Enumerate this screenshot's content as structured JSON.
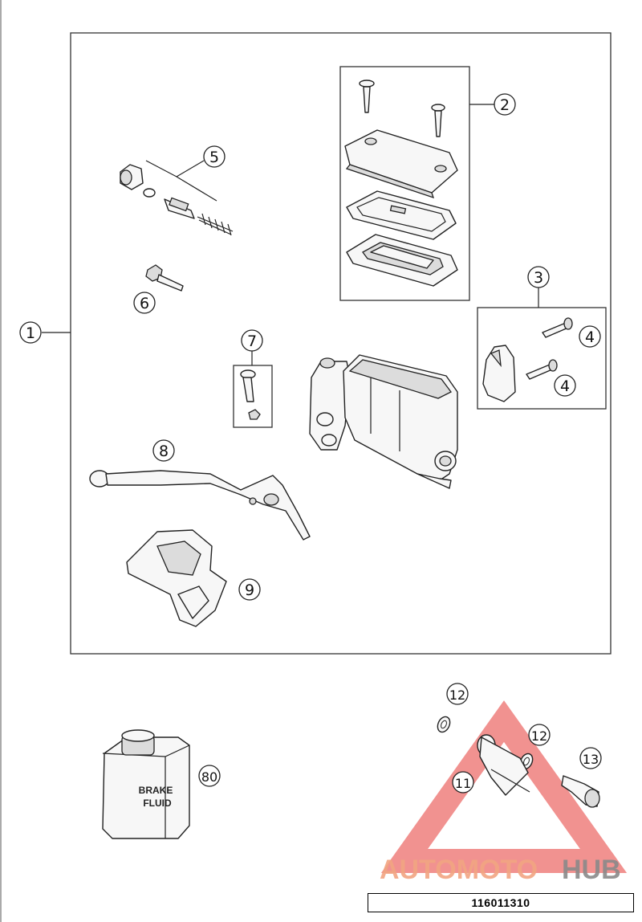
{
  "diagram": {
    "part_number": "116011310",
    "callouts": {
      "c1": "1",
      "c2": "2",
      "c3": "3",
      "c4a": "4",
      "c4b": "4",
      "c5": "5",
      "c6": "6",
      "c7": "7",
      "c8": "8",
      "c9": "9",
      "c11": "11",
      "c12a": "12",
      "c12b": "12",
      "c13": "13",
      "c80": "80"
    },
    "can_label": {
      "line1": "BRAKE",
      "line2": "FLUID"
    },
    "watermark": {
      "part1": "AUTOMOTO",
      "part2": "HUB",
      "color_primary": "#f29a7c",
      "color_secondary": "#8a8a8a",
      "triangle_color": "#e53935"
    }
  }
}
